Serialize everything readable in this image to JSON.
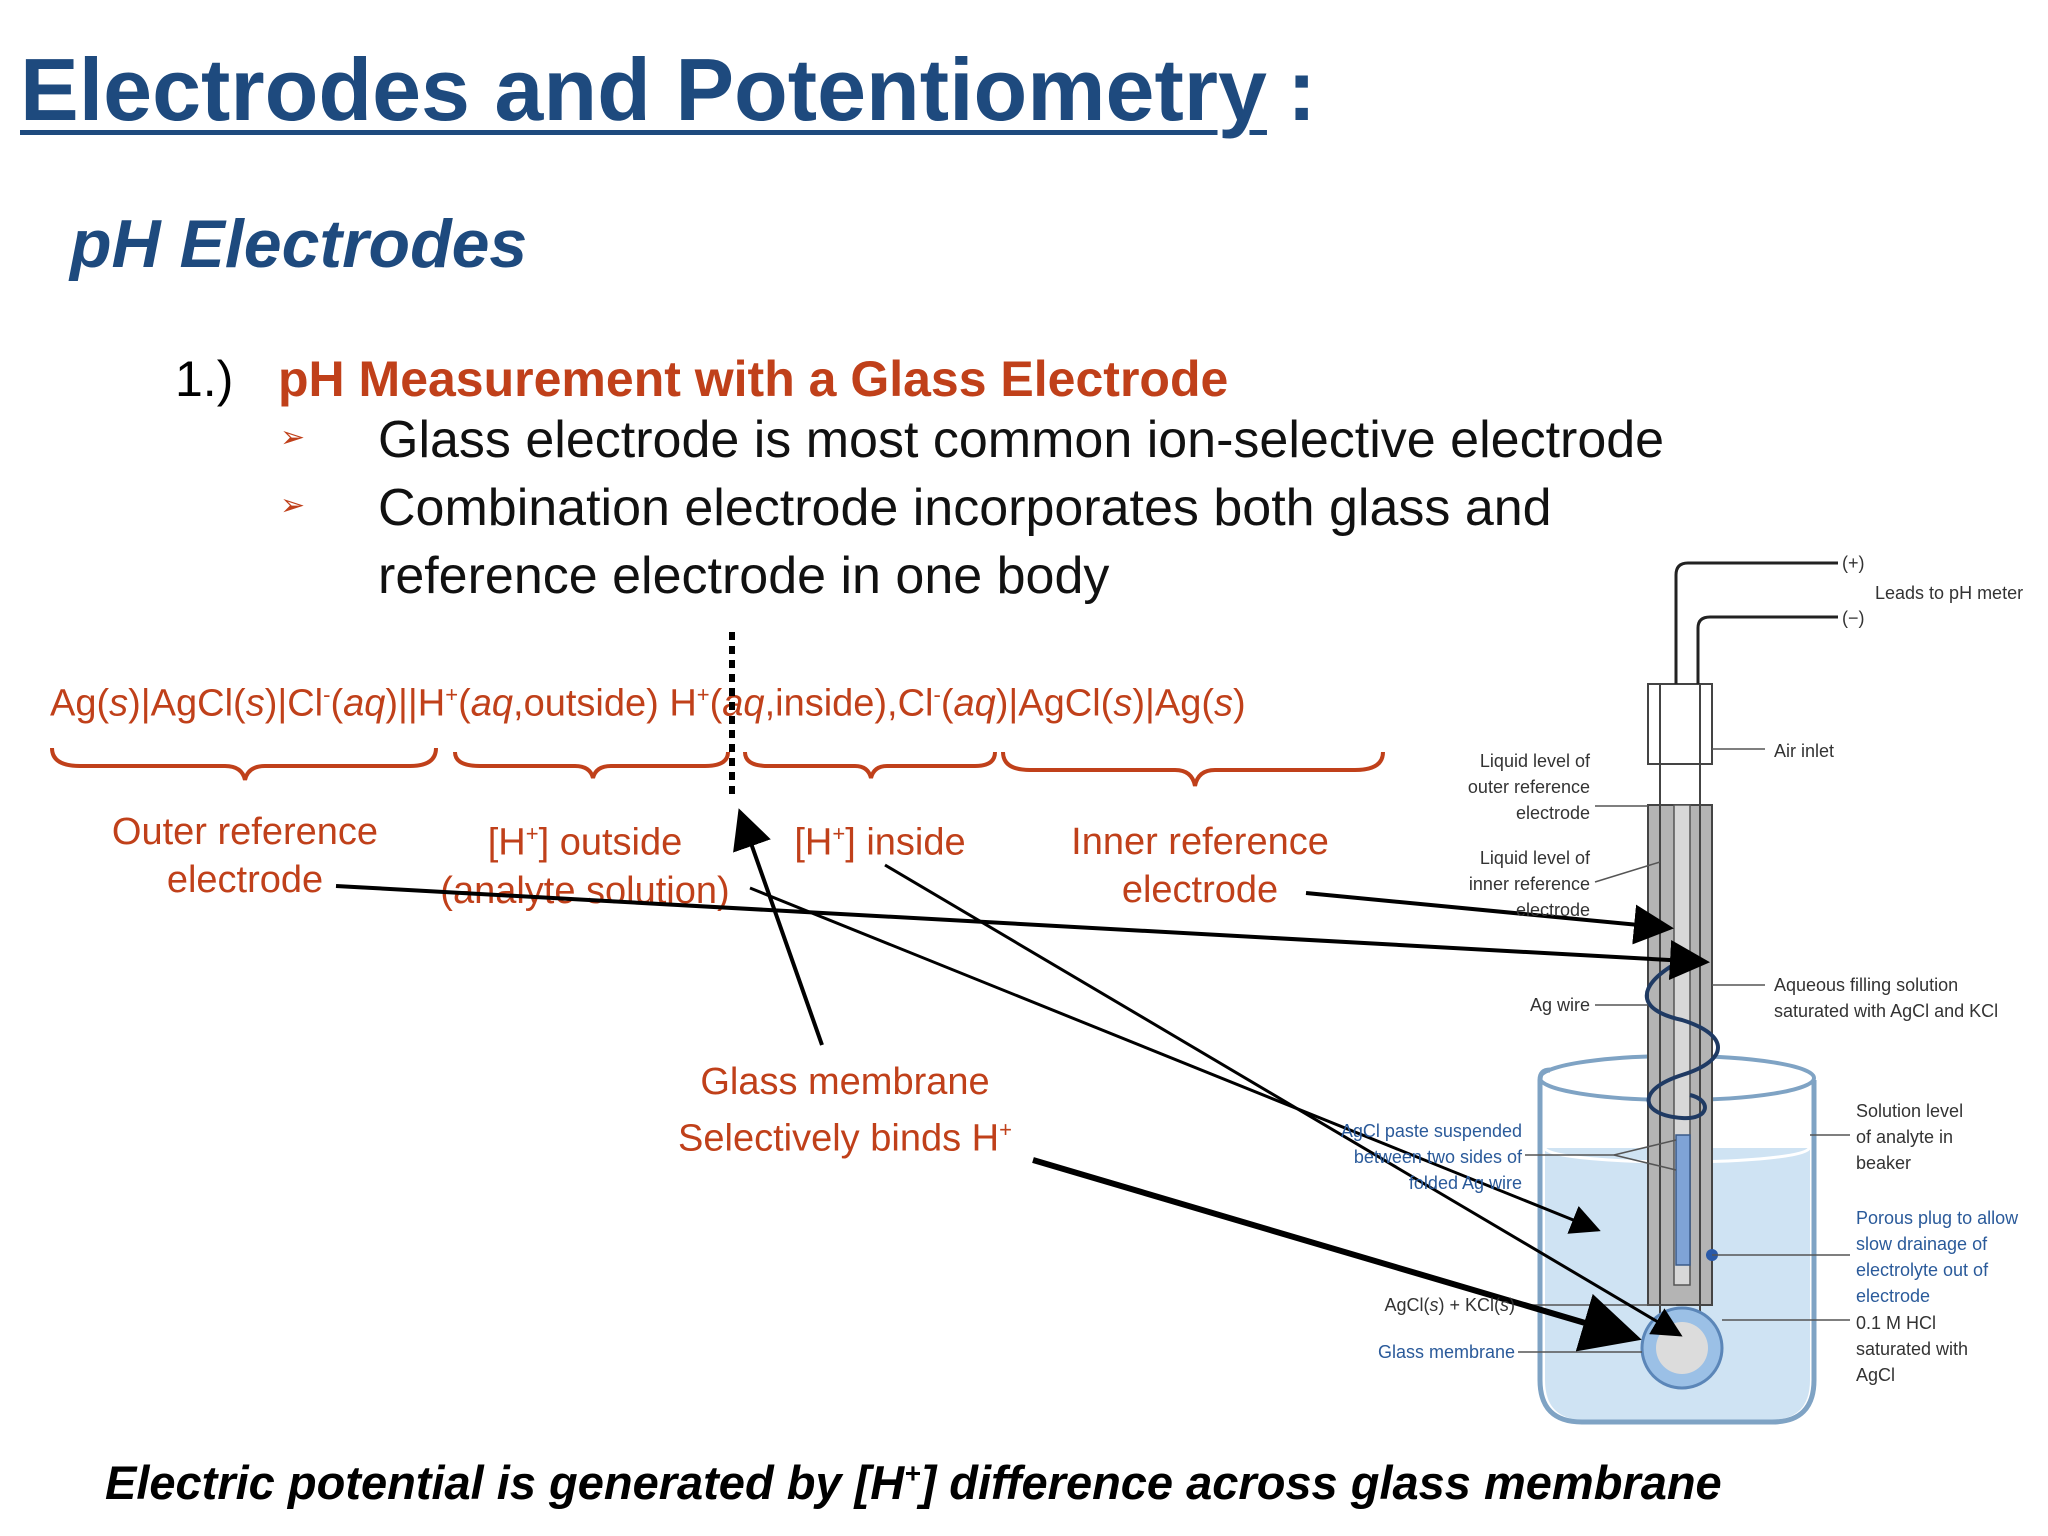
{
  "title": {
    "text": "Electrodes and Potentiometry",
    "colon": ":"
  },
  "subtitle": "pH Electrodes",
  "section": {
    "number": "1.)",
    "heading": "pH Measurement with a Glass Electrode",
    "bullets": [
      {
        "symbol": "➢",
        "lines": [
          "Glass electrode is most common ion-selective electrode"
        ]
      },
      {
        "symbol": "➢",
        "lines": [
          "Combination electrode incorporates both glass and",
          "reference electrode in one body"
        ]
      }
    ]
  },
  "cell_notation": "Ag(s)|AgCl(s)|Cl-(aq)||H+(aq,outside) H+(aq,inside),Cl-(aq)|AgCl(s)|Ag(s)",
  "labels": {
    "outer_ref": [
      "Outer reference",
      "electrode"
    ],
    "h_outside": [
      "[H+] outside",
      "(analyte solution)"
    ],
    "h_inside": "[H+] inside",
    "inner_ref": [
      "Inner reference",
      "electrode"
    ],
    "glass_membrane": [
      "Glass membrane",
      "Selectively binds H+"
    ]
  },
  "diagram": {
    "plus": "(+)",
    "minus": "(−)",
    "leads": "Leads to pH meter",
    "air_inlet": "Air inlet",
    "liquid_outer": [
      "Liquid level of",
      "outer reference",
      "electrode"
    ],
    "liquid_inner": [
      "Liquid level of",
      "inner reference",
      "electrode"
    ],
    "aqueous": [
      "Aqueous filling solution",
      "saturated with AgCl and KCl"
    ],
    "ag_wire": "Ag wire",
    "solution_level": [
      "Solution level",
      "of analyte in",
      "beaker"
    ],
    "agcl_paste": [
      "AgCl paste suspended",
      "between two sides of",
      "folded Ag wire"
    ],
    "porous_plug": [
      "Porous plug to allow",
      "slow drainage of",
      "electrolyte out of",
      "electrode"
    ],
    "agcl_kcl": "AgCl(s) + KCl(s)",
    "hcl": [
      "0.1 M HCl",
      "saturated with",
      "AgCl"
    ],
    "glass_membrane": "Glass membrane"
  },
  "footer": "Electric potential is generated by [H+] difference across glass membrane",
  "colors": {
    "title_blue": "#1e4a7e",
    "accent_red": "#c0401a",
    "water_blue": "#cfe3f3",
    "membrane_blue": "#9bc0e6"
  }
}
